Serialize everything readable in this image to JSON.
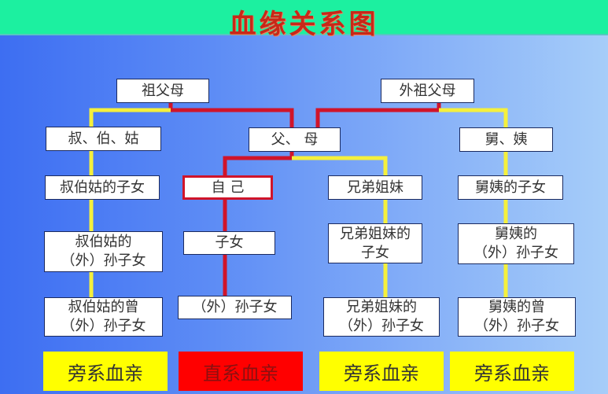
{
  "title": "血缘关系图",
  "nodes": {
    "grandparents": "祖父母",
    "maternal_grandparents": "外祖父母",
    "uncles_aunts_paternal": "叔、伯、姑",
    "parents": "父、 母",
    "uncles_aunts_maternal": "舅、姨",
    "paternal_cousins": "叔伯姑的子女",
    "self": "自 己",
    "siblings": "兄弟姐妹",
    "maternal_cousins": "舅姨的子女",
    "paternal_cousins_children": "叔伯姑的\n（外）孙子女",
    "children": "子女",
    "siblings_children": "兄弟姐妹的\n子女",
    "maternal_cousins_children": "舅姨的\n（外）孙子女",
    "paternal_great": "叔伯姑的曾\n（外）孙子女",
    "grandchildren": "（外）孙子女",
    "siblings_grandchildren": "兄弟姐妹的\n（外）孙子女",
    "maternal_great": "舅姨的曾\n（外）孙子女"
  },
  "categories": [
    "旁系血亲",
    "直系血亲",
    "旁系血亲",
    "旁系血亲"
  ],
  "colors": {
    "lineal": "#d0142a",
    "collateral": "#f5f03c"
  }
}
